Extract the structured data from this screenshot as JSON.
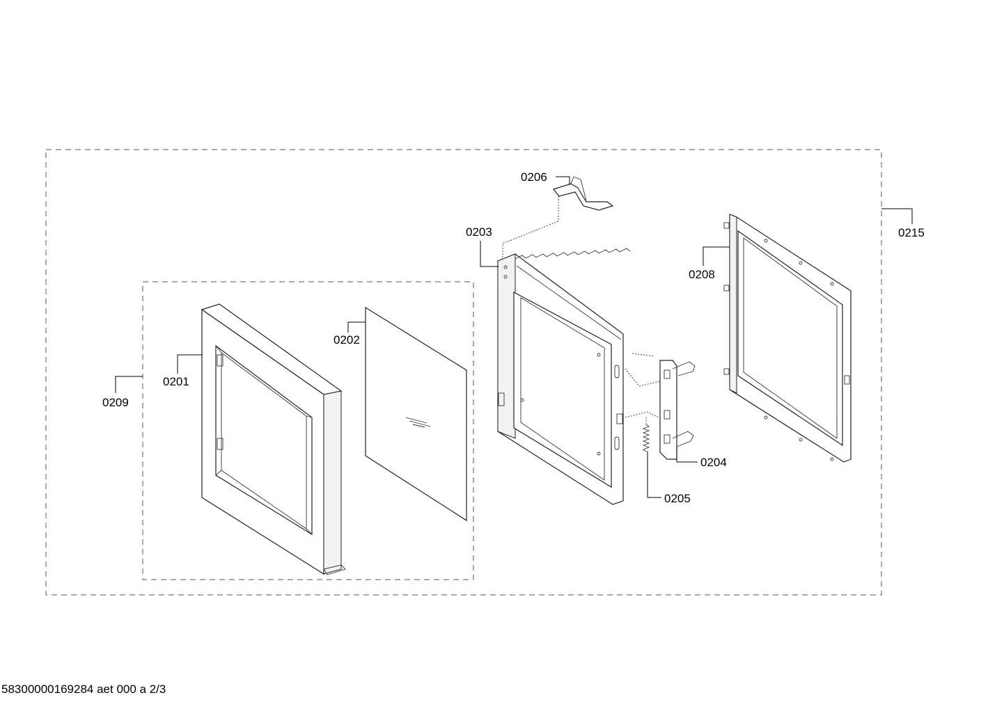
{
  "labels": {
    "p0201": "0201",
    "p0202": "0202",
    "p0203": "0203",
    "p0204": "0204",
    "p0205": "0205",
    "p0206": "0206",
    "p0208": "0208",
    "p0209": "0209",
    "p0215": "0215"
  },
  "footer": {
    "text": "58300000169284 aet 000 a 2/3"
  }
}
